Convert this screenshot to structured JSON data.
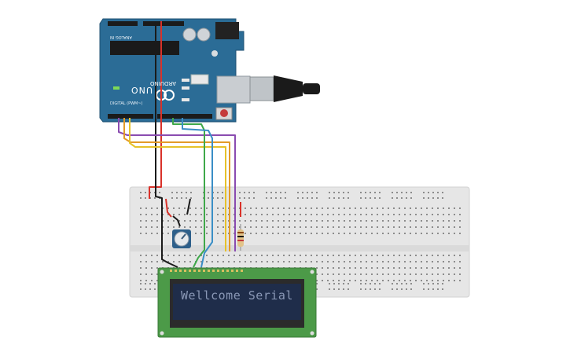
{
  "lcd": {
    "text": "Wellcome Serial"
  },
  "arduino": {
    "model": "UNO",
    "brand": "ARDUINO",
    "digital_label": "DIGITAL (PWM~)",
    "analog_label": "ANALOG IN"
  },
  "colors": {
    "board": "#2b6c96",
    "breadboard": "#e6e6e6",
    "lcd_pcb": "#4c9a48",
    "lcd_screen": "#1f2d4a",
    "wire_red": "#d9322a",
    "wire_black": "#1a1a1a",
    "wire_purple": "#8a4cb0",
    "wire_orange": "#e39a28",
    "wire_yellow": "#e6c22a",
    "wire_green": "#3fa84a",
    "wire_blue": "#3a8ec6"
  }
}
